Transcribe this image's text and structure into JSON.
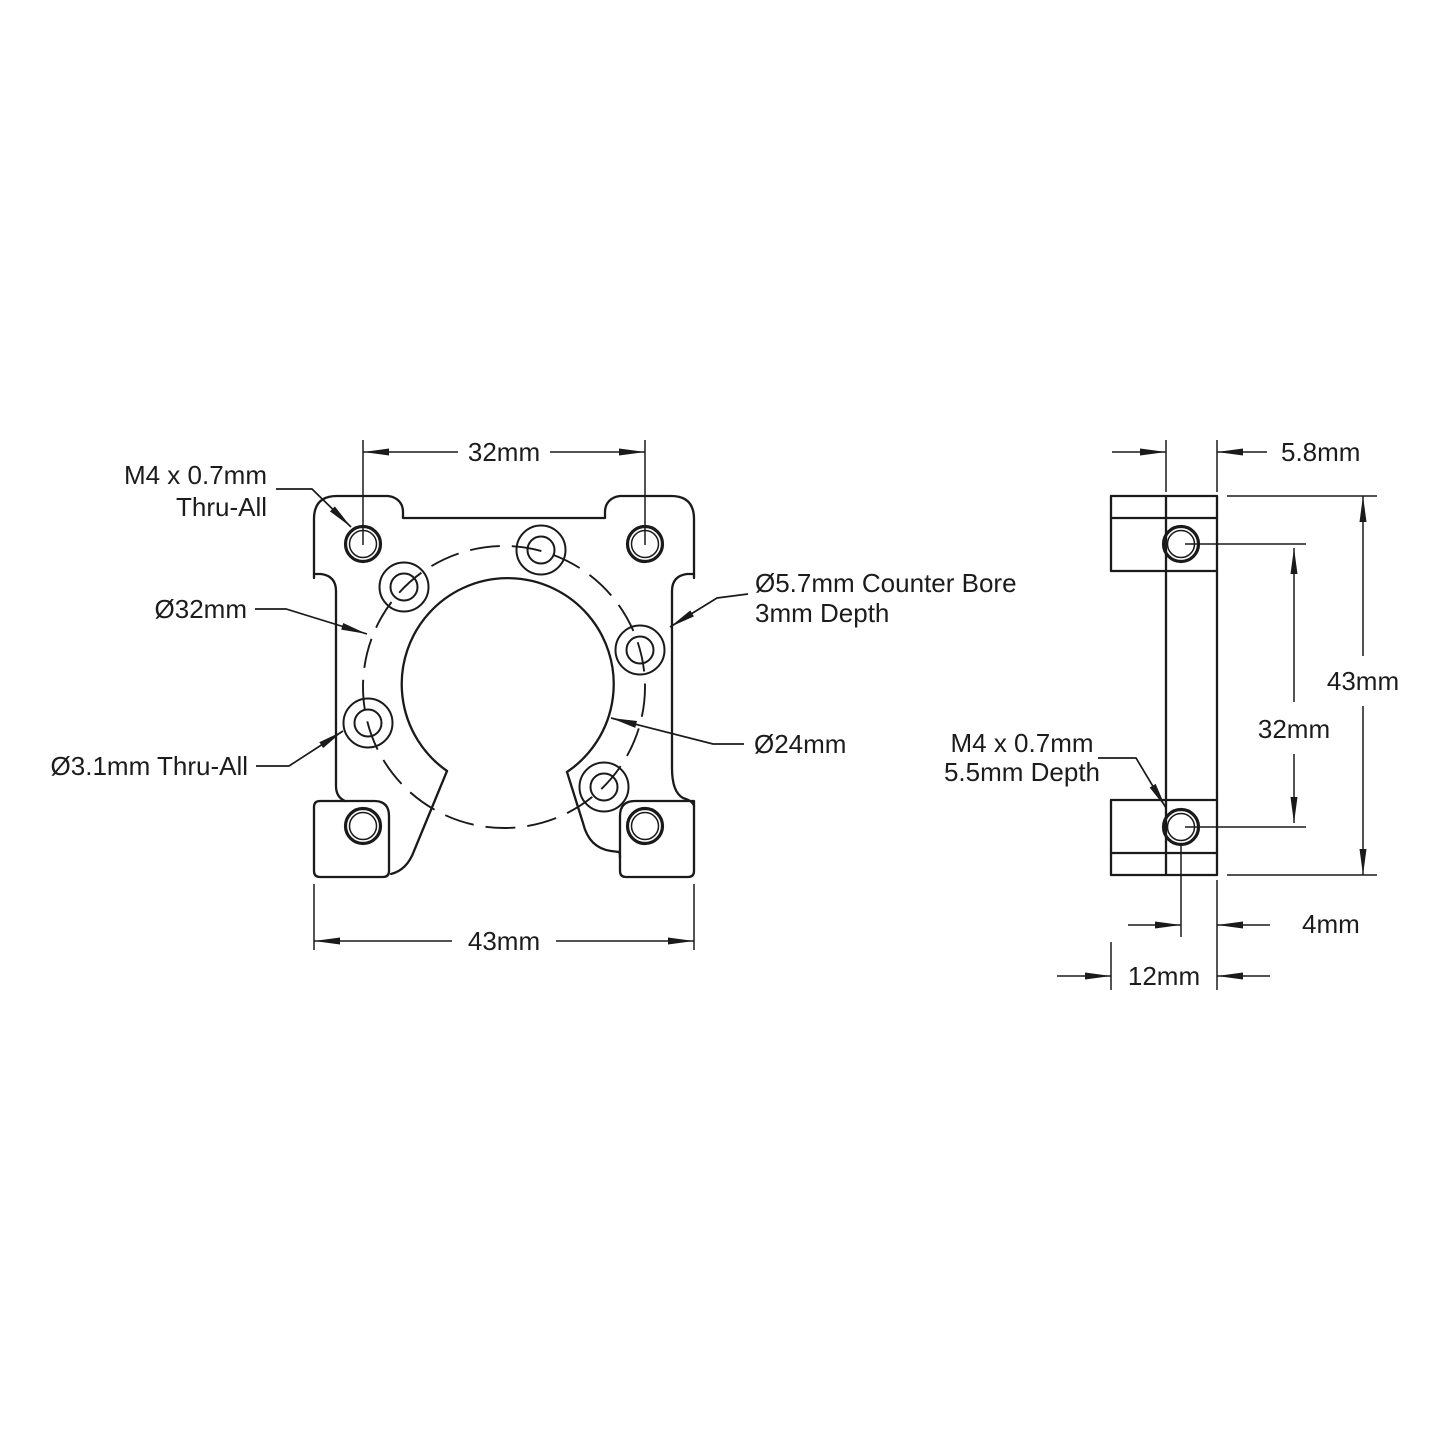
{
  "page": {
    "background": "#ffffff",
    "line_color": "#1a1a1a",
    "text_color": "#1c1c1c"
  },
  "front_view": {
    "dim_hole_spacing": "32mm",
    "dim_width": "43mm",
    "label_m4_line1": "M4 x 0.7mm",
    "label_m4_line2": "Thru-All",
    "label_bolt_circle": "Ø32mm",
    "label_thru_hole": "Ø3.1mm Thru-All",
    "label_counterbore_line1": "Ø5.7mm Counter Bore",
    "label_counterbore_line2": "3mm Depth",
    "label_bore": "Ø24mm"
  },
  "side_view": {
    "dim_wall_thickness": "5.8mm",
    "dim_height": "43mm",
    "dim_hole_spacing": "32mm",
    "dim_hole_offset": "4mm",
    "dim_depth": "12mm",
    "label_m4_line1": "M4 x 0.7mm",
    "label_m4_line2": "5.5mm Depth"
  }
}
